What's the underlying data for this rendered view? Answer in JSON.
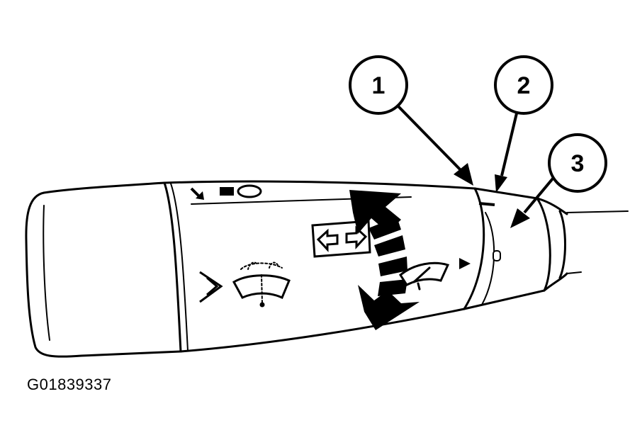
{
  "figure": {
    "id": "G01839337",
    "callouts": [
      {
        "number": "1"
      },
      {
        "number": "2"
      },
      {
        "number": "3"
      }
    ]
  },
  "icons": [
    "flash-to-pass-arrow-icon",
    "headlamp-high-beam-icon",
    "turn-signal-arrows-icon",
    "wiper-washer-icon",
    "wiper-icon",
    "chevron-right-icon",
    "play-arrow-icon",
    "wiper-intermittent-delay-wedges-icon"
  ],
  "colors": {
    "line": "#000000",
    "background": "#ffffff"
  }
}
